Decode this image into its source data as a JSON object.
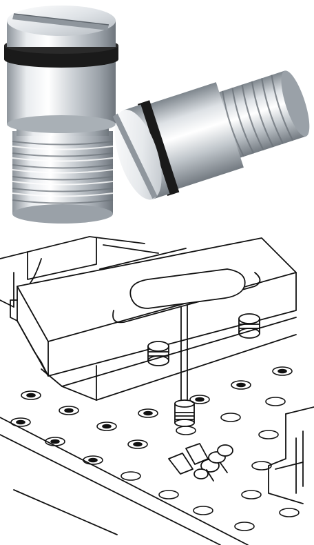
{
  "figure": {
    "panels": [
      "product-photo",
      "installation-line-drawing"
    ],
    "colors": {
      "background": "#ffffff",
      "metal_light": "#f2f4f6",
      "metal_mid": "#c7cdd3",
      "metal_dark": "#7d858d",
      "oring": "#1a1a1a",
      "line_art": "#111111"
    },
    "icons": [
      "slotted-plug-screw",
      "t-handle-hex-key",
      "grid-plate"
    ]
  }
}
